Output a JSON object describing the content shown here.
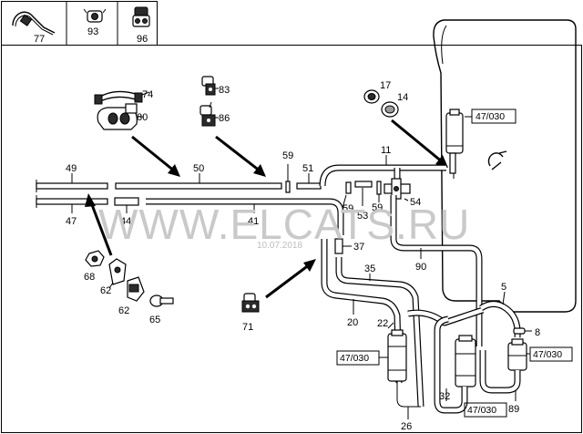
{
  "header_parts": [
    {
      "number": "77",
      "icon": "cable-tie-icon"
    },
    {
      "number": "93",
      "icon": "clip-icon"
    },
    {
      "number": "96",
      "icon": "holder-clip-icon"
    }
  ],
  "callouts": {
    "c74": "74",
    "c80": "80",
    "c83": "83",
    "c86": "86",
    "c17": "17",
    "c14": "14",
    "c49": "49",
    "c50": "50",
    "c59a": "59",
    "c51": "51",
    "c11": "11",
    "c47": "47",
    "c44": "44",
    "c41": "41",
    "c59b": "59",
    "c53": "53",
    "c59c": "59",
    "c54": "54",
    "c37": "37",
    "c90": "90",
    "c35": "35",
    "c5": "5",
    "c8": "8",
    "c68": "68",
    "c62a": "62",
    "c62b": "62",
    "c65": "65",
    "c71": "71",
    "c20": "20",
    "c22": "22",
    "c26": "26",
    "c32": "32",
    "c89": "89"
  },
  "ref_boxes": {
    "box_top": "47/030",
    "box_left": "47/030",
    "box_middle": "47/030",
    "box_right": "47/030"
  },
  "watermark": {
    "site": "WWW.ELCATS.RU",
    "date": "10.07.2018"
  }
}
